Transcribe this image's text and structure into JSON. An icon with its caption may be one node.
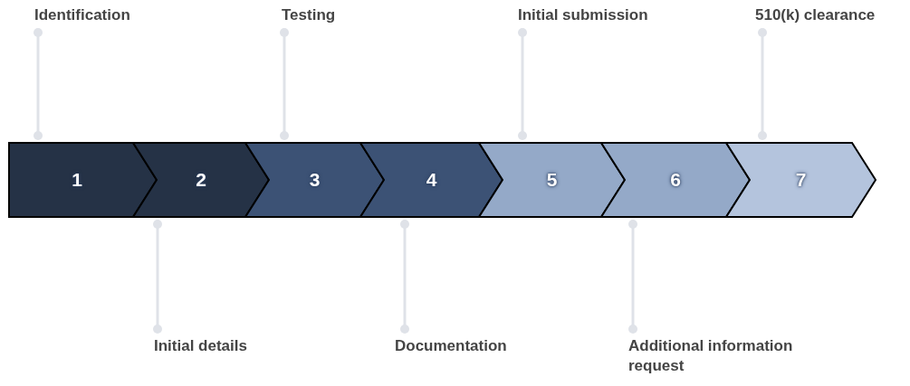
{
  "diagram": {
    "nodes": [
      {
        "text": [
          "1"
        ]
      },
      {
        "text": [
          "2"
        ]
      },
      {
        "text": [
          "3"
        ]
      },
      {
        "text": [
          "4"
        ]
      },
      {
        "text": [
          "5"
        ]
      },
      {
        "text": [
          "6"
        ]
      },
      {
        "text": [
          "7"
        ]
      },
      {
        "text": [
          "Identification"
        ]
      },
      {
        "text": [
          "Testing"
        ]
      },
      {
        "text": [
          "Initial submission"
        ]
      },
      {
        "text": [
          "510(k) clearance"
        ]
      },
      {
        "text": [
          "Initial details"
        ]
      },
      {
        "text": [
          "Documentation"
        ]
      },
      {
        "text": [
          "Additional information request"
        ]
      }
    ],
    "edges": [
      {
        "from": 7,
        "to": 0,
        "arrow": "other"
      },
      {
        "from": 8,
        "to": 2,
        "arrow": "other"
      },
      {
        "from": 9,
        "to": 4,
        "arrow": "other"
      },
      {
        "from": 10,
        "to": 6,
        "arrow": "other"
      },
      {
        "from": 11,
        "to": 1,
        "arrow": "other"
      },
      {
        "from": 12,
        "to": 3,
        "arrow": "other"
      },
      {
        "from": 13,
        "to": 5,
        "arrow": "other"
      }
    ]
  }
}
